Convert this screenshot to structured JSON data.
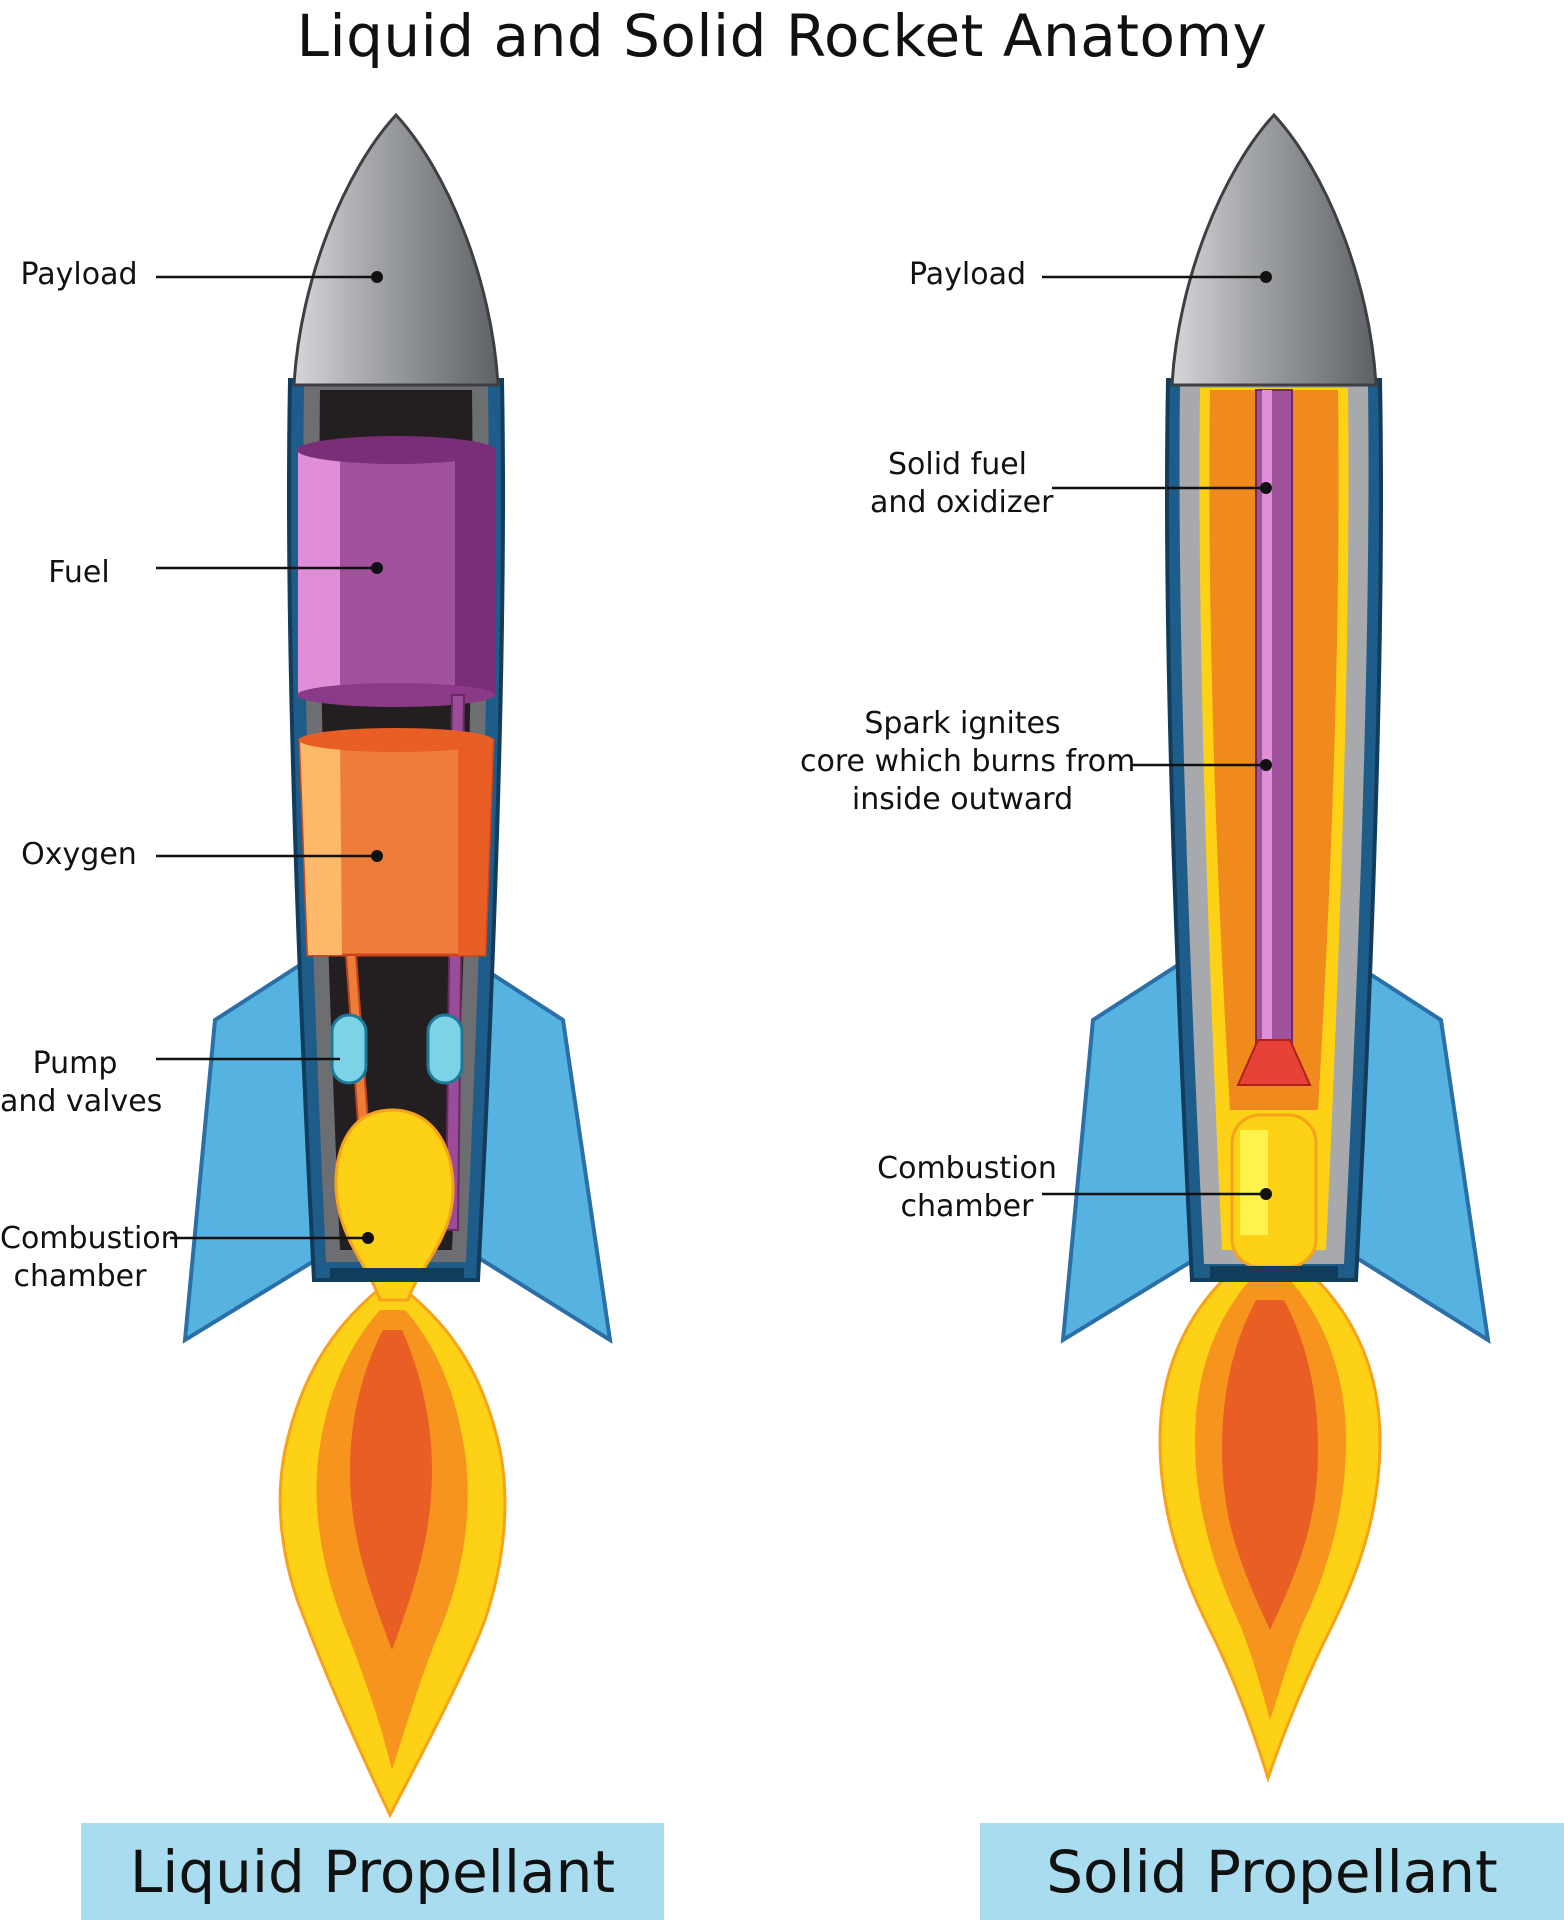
{
  "title": "Liquid and Solid Rocket Anatomy",
  "rockets": {
    "liquid": {
      "banner": "Liquid Propellant",
      "labels": {
        "payload": [
          "Payload"
        ],
        "fuel": [
          "Fuel"
        ],
        "oxygen": [
          "Oxygen"
        ],
        "pump": [
          "Pump",
          "and valves"
        ],
        "combustion": [
          "Combustion",
          "chamber"
        ]
      }
    },
    "solid": {
      "banner": "Solid Propellant",
      "labels": {
        "payload": [
          "Payload"
        ],
        "fuel": [
          "Solid fuel",
          "and oxidizer"
        ],
        "spark": [
          "Spark ignites",
          "core which burns from",
          "inside outward"
        ],
        "combustion": [
          "Combustion",
          "chamber"
        ]
      }
    }
  },
  "colors": {
    "hull": "#1e5d8a",
    "fins": "#56b2e0",
    "nose": "#a7a9ac",
    "fuel_tank": "#a1529c",
    "oxygen_tank": "#ee7d3b",
    "flame_outer": "#fcd116",
    "flame_mid": "#f7941d",
    "flame_inner": "#e85e24",
    "banner": "#a9dcee"
  }
}
